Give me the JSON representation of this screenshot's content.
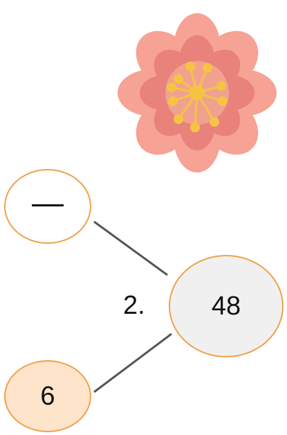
{
  "problem": {
    "number_label": "2."
  },
  "nodes": {
    "top_part": "—",
    "whole": "48",
    "bottom_part": "6"
  },
  "decoration": {
    "icon": "flower-icon",
    "colors": {
      "petal_outer": "#f59f8f",
      "petal_inner": "#e8827a",
      "petal_accent": "#f7c27a",
      "center": "#f6c343"
    }
  },
  "colors": {
    "node_border": "#f0a04b",
    "whole_fill": "#f0f0f0",
    "bottom_fill": "#fde4cb",
    "line": "#555555"
  }
}
